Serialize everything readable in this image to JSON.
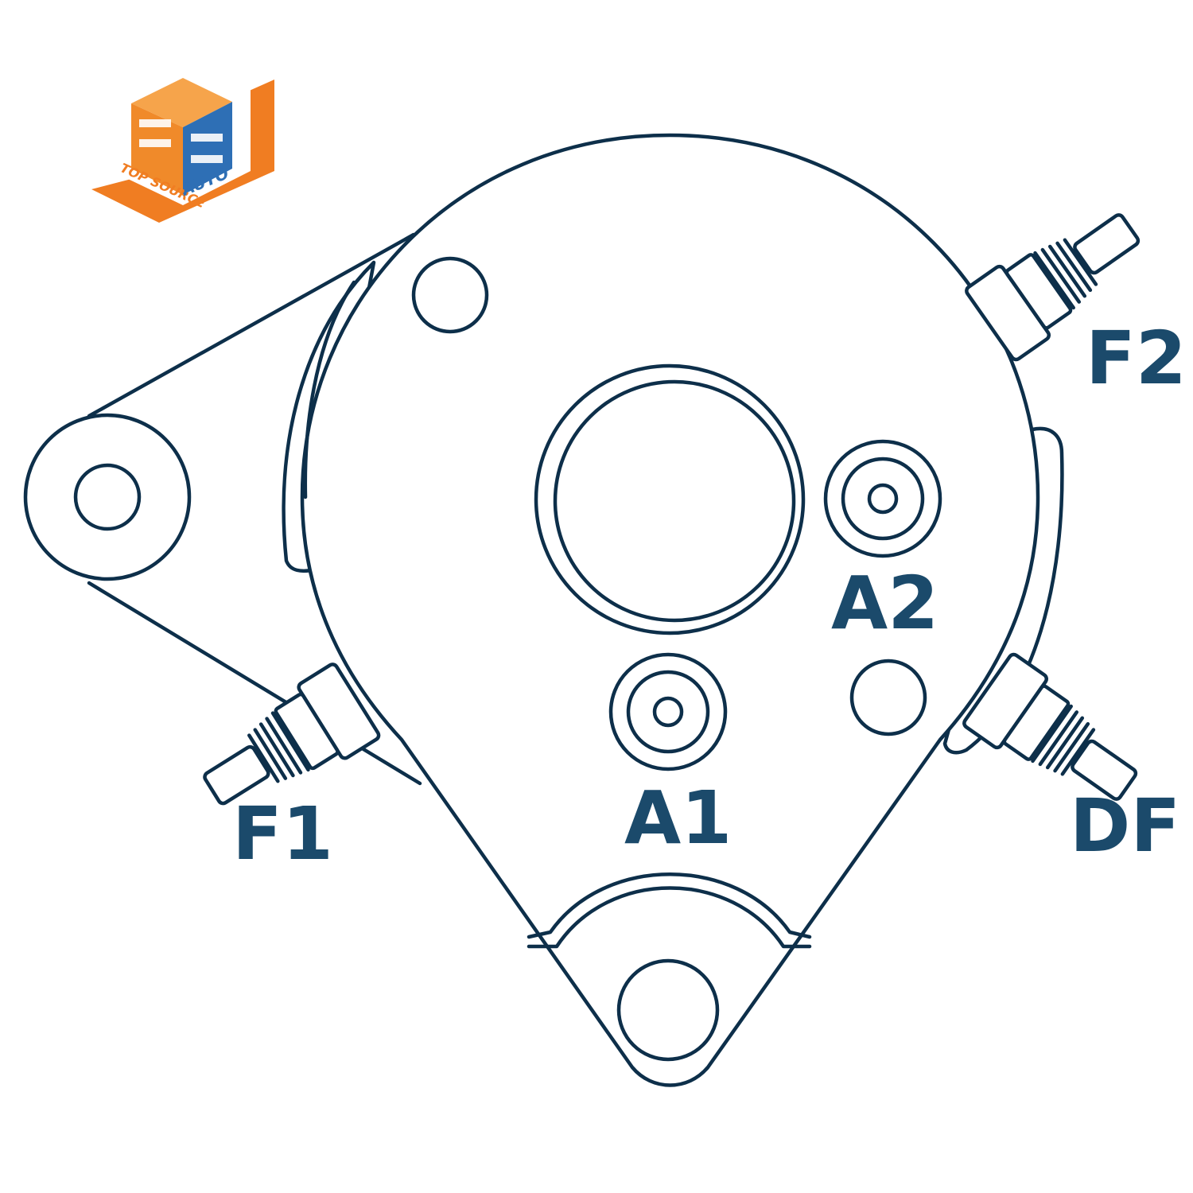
{
  "diagram": {
    "colors": {
      "outline": "#0d2f4a",
      "label": "#1b4a6b",
      "background": "#ffffff",
      "logo_orange": "#f07d22",
      "logo_blue": "#2e6fb5"
    },
    "terminals": {
      "f1": "F1",
      "f2": "F2",
      "a1": "A1",
      "a2": "A2",
      "df": "DF"
    }
  },
  "logo": {
    "line1": "TOP SOURCE",
    "line2": "AUTO",
    "icon": "ts-cube-logo"
  }
}
